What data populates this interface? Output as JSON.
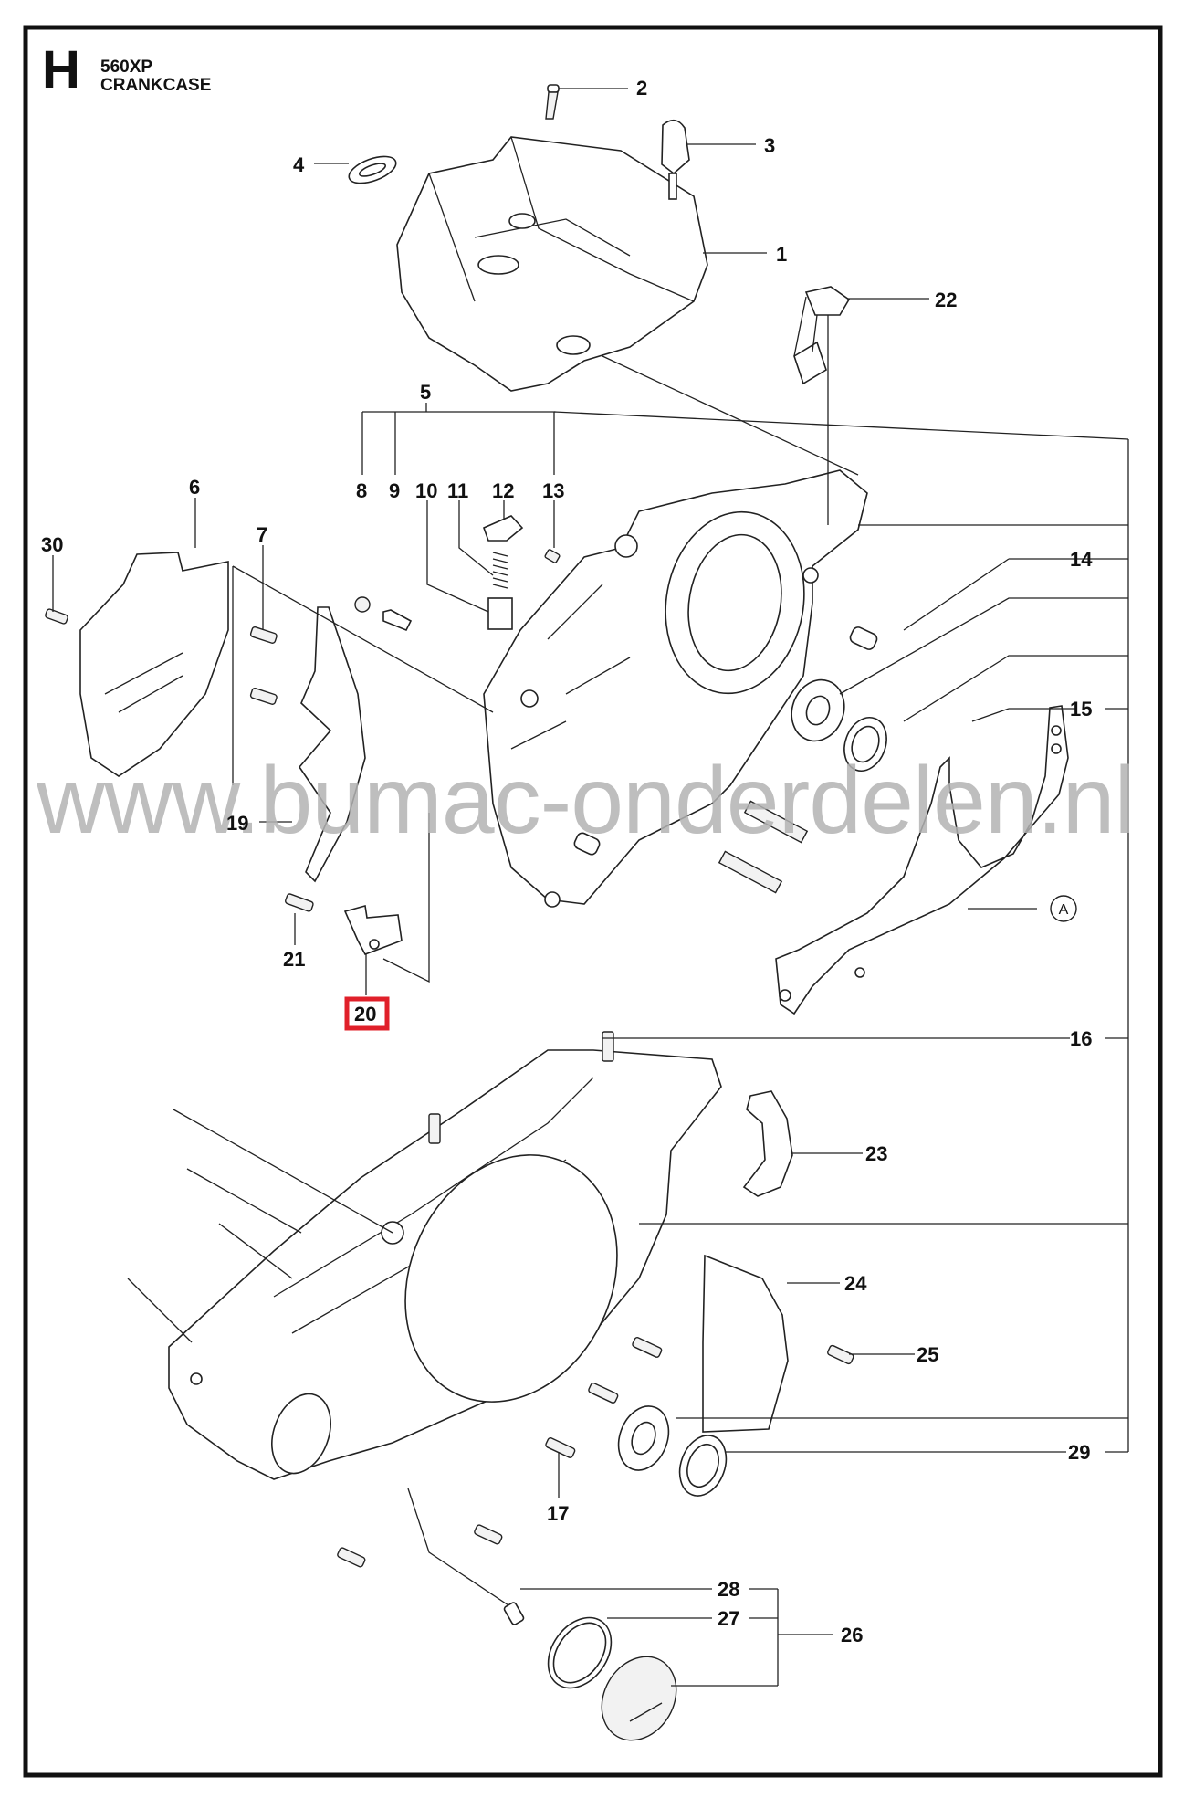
{
  "header": {
    "section_letter": "H",
    "model": "560XP",
    "title": "CRANKCASE"
  },
  "watermark": "www.bumac-onderdelen.nl",
  "highlight": {
    "part": "20",
    "color": "#e0202a"
  },
  "reference_marker": "A",
  "callouts": {
    "c1": "1",
    "c2": "2",
    "c3": "3",
    "c4": "4",
    "c5": "5",
    "c6": "6",
    "c7": "7",
    "c8": "8",
    "c9": "9",
    "c10": "10",
    "c11": "11",
    "c12": "12",
    "c13": "13",
    "c14": "14",
    "c15": "15",
    "c16": "16",
    "c17": "17",
    "c19": "19",
    "c20": "20",
    "c21": "21",
    "c22": "22",
    "c23": "23",
    "c24": "24",
    "c25": "25",
    "c26": "26",
    "c27": "27",
    "c28": "28",
    "c29": "29",
    "c30": "30"
  }
}
